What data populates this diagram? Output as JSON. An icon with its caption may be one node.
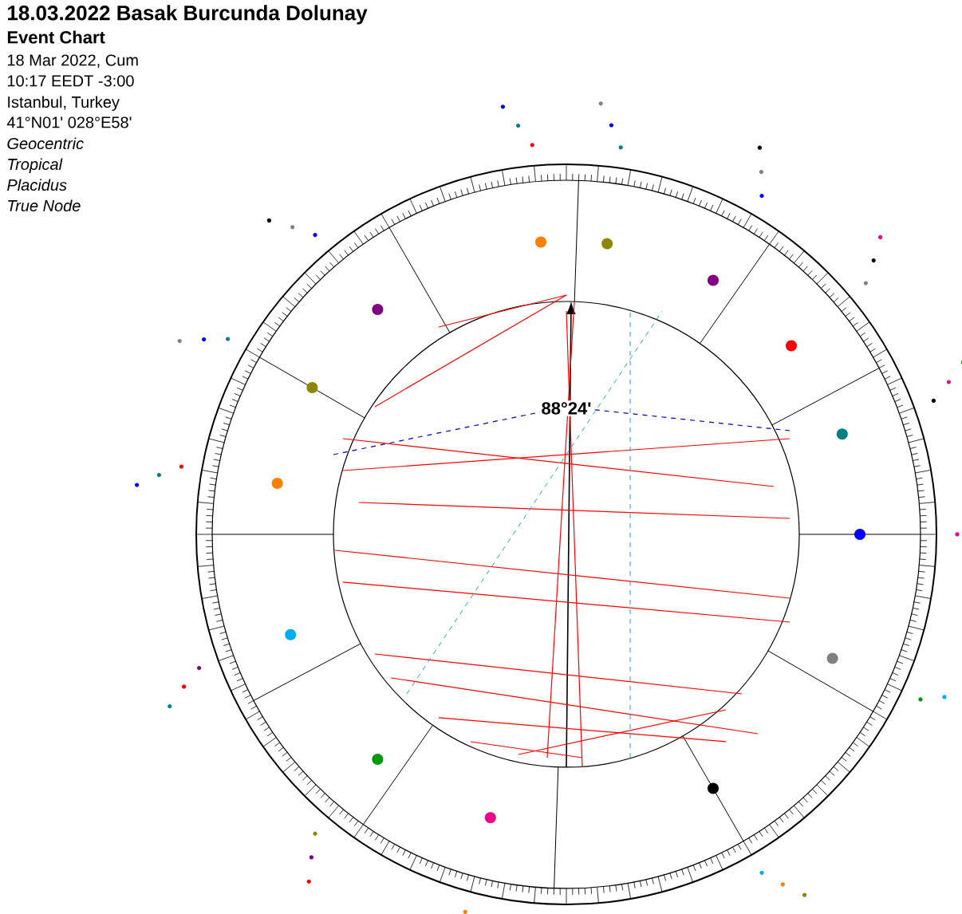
{
  "diagram": {
    "title": "18.03.2022 Basak Burcunda Dolunay",
    "labels": [
      "Event Chart",
      "18 Mar 2022, Cum",
      "10:17  EEDT -3:00",
      "Istanbul, Turkey",
      "41°N01' 028°E58'",
      "Geocentric",
      "Tropical",
      "Placidus",
      "True Node",
      "88°24'"
    ]
  }
}
